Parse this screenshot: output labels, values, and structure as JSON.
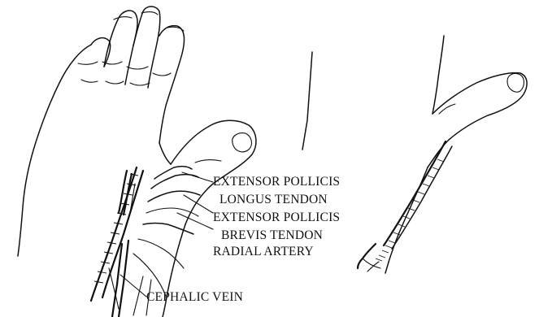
{
  "labels": {
    "epl_line1": "EXTENSOR POLLICIS",
    "epl_line2": "LONGUS TENDON",
    "epb_line1": "EXTENSOR POLLICIS",
    "epb_line2": "BREVIS TENDON",
    "radial_artery": "RADIAL ARTERY",
    "cephalic_vein": "CEPHALIC VEIN"
  }
}
